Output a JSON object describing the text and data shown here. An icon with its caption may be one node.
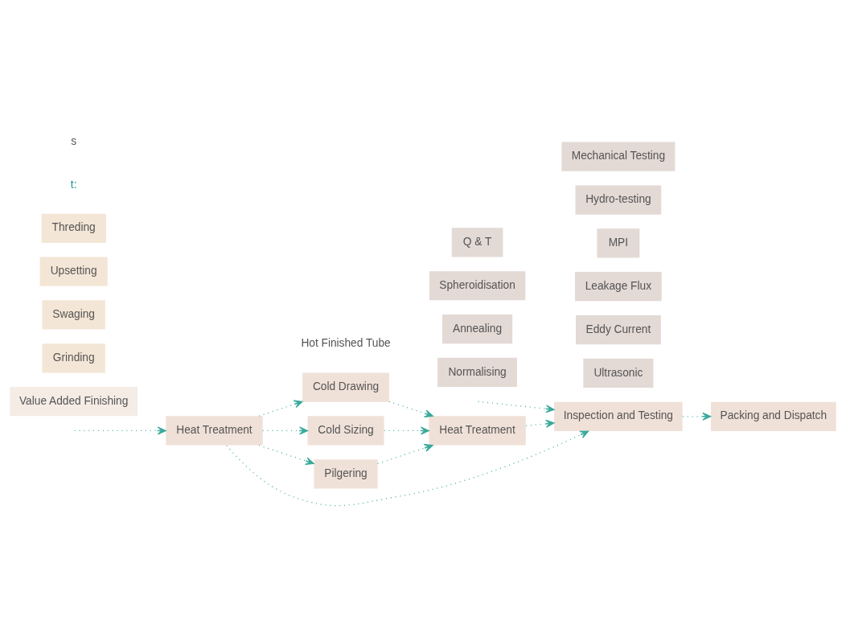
{
  "diagram": {
    "nodes": [
      {
        "text": [
          "Heat Treatment"
        ]
      },
      {
        "text": [
          "Cold Drawing"
        ]
      },
      {
        "text": [
          "Cold Sizing"
        ]
      },
      {
        "text": [
          "Pilgering"
        ]
      },
      {
        "text": [
          "Heat Treatment"
        ]
      },
      {
        "text": [
          "Inspection and Testing"
        ]
      },
      {
        "text": [
          "Packing and Dispatch"
        ]
      },
      {
        "text": [
          "Normalising"
        ]
      },
      {
        "text": [
          "Annealing"
        ]
      },
      {
        "text": [
          "Spheroidisation"
        ]
      },
      {
        "text": [
          "Q & T"
        ]
      },
      {
        "text": [
          "Ultrasonic"
        ]
      },
      {
        "text": [
          "Eddy Current"
        ]
      },
      {
        "text": [
          "Leakage Flux"
        ]
      },
      {
        "text": [
          "MPI"
        ]
      },
      {
        "text": [
          "Hydro-testing"
        ]
      },
      {
        "text": [
          "Mechanical Testing"
        ]
      },
      {
        "text": [
          "Value Added Finishing"
        ]
      },
      {
        "text": [
          "Grinding"
        ]
      },
      {
        "text": [
          "Swaging"
        ]
      },
      {
        "text": [
          "Upsetting"
        ]
      },
      {
        "text": [
          "Threding"
        ]
      }
    ],
    "edges": [
      {
        "from": null,
        "to": 0,
        "arrow": "to"
      },
      {
        "from": 0,
        "to": 1,
        "arrow": "to"
      },
      {
        "from": 0,
        "to": 2,
        "arrow": "to"
      },
      {
        "from": 0,
        "to": 3,
        "arrow": "to"
      },
      {
        "from": 1,
        "to": 4,
        "arrow": "to"
      },
      {
        "from": 2,
        "to": 4,
        "arrow": "to"
      },
      {
        "from": 3,
        "to": 4,
        "arrow": "to"
      },
      {
        "from": 4,
        "to": 5,
        "arrow": "to"
      },
      {
        "from": 5,
        "to": 6,
        "arrow": "to"
      },
      {
        "from": null,
        "to": 5,
        "arrow": "to"
      },
      {
        "from": 0,
        "to": 5,
        "arrow": "to"
      }
    ],
    "labels": [
      "t:",
      "s",
      "Hot Finished Tube"
    ]
  }
}
